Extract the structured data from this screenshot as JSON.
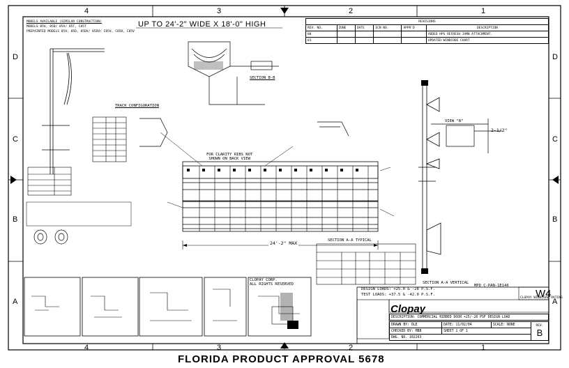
{
  "zones": {
    "top": [
      "4",
      "3",
      "2",
      "1"
    ],
    "bottom": [
      "4",
      "3",
      "2",
      "1"
    ],
    "left": [
      "D",
      "C",
      "B",
      "A"
    ],
    "right": [
      "D",
      "C",
      "B",
      "A"
    ]
  },
  "title": "UP TO 24'-2\" WIDE X 18'-0\" HIGH",
  "notes": {
    "models_header": "MODELS AVAILABLE (SIMILAR CONSTRUCTION)",
    "models_line1": "MODELS 85V, 85D/ 85V/ 85T, C85T",
    "models_line2": "PREPAINTED MODELS 85V, 85D, 85DV/ 85DV/ C85V, C85D, C85V"
  },
  "revisions": {
    "header": "REVISIONS",
    "columns": [
      "REV. NO.",
      "ZONE",
      "DATE",
      "ECN NO.",
      "APPR'D",
      "DESCRIPTION"
    ],
    "rows": [
      [
        "00",
        "",
        "",
        "",
        "",
        "ADDED HPS REFRESH JAMB ATTACHMENT."
      ],
      [
        "01",
        "",
        "",
        "",
        "",
        "UPDATED WINDCODE CHART"
      ]
    ]
  },
  "labels": {
    "track_config": "TRACK CONFIGURATION",
    "section_bb": "SECTION B-B",
    "section_aa": "SECTION A-A",
    "view_b": "VIEW \"B\"",
    "clarity": "FOR CLARITY RIBS NOT\nSHOWN ON BACK VIEW",
    "width_dim": "24'-2\" MAX",
    "section_aa_vert": "SECTION A-A VERTICAL",
    "section_typical": "SECTION A-A TYPICAL",
    "dim_2half": "2-1/2\"",
    "clopay": "CLOPAY CORP.\nALL RIGHTS RESERVED"
  },
  "title_block": {
    "design_loads": "DESIGN LOADS: +25.0 & -28 P.S.F.",
    "test_loads": "TEST LOADS: +37.5 & -42.0 P.S.F.",
    "description_label": "DESCRIPTION:",
    "description": "COMMERCIAL RIBBED DOOR +25/-28 PSF DESIGN LOAD",
    "drawn_by_label": "DRAWN BY:",
    "drawn_by": "DLE",
    "date_label": "DATE:",
    "date": "11/02/04",
    "scale_label": "SCALE:",
    "scale": "NONE",
    "checked_label": "CHECKED BY:",
    "checked": "MBB",
    "sheet": "SHEET 1 OF 1",
    "dwg_no_label": "DWG. NO.",
    "dwg_no": "102203",
    "rev_label": "REV.",
    "rev": "B",
    "fpc_no": "MPD C-PAN-1E146",
    "windload": "W4",
    "windload_label": "CLOPAY WINDLOAD RATING",
    "company": "Clopay"
  },
  "footer": "FLORIDA PRODUCT APPROVAL 5678"
}
